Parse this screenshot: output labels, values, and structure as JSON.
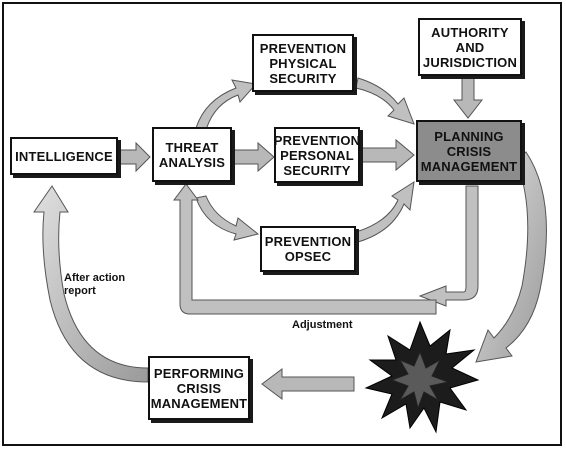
{
  "nodes": {
    "intelligence": "INTELLIGENCE",
    "threat_analysis": "THREAT\nANALYSIS",
    "prevention_physical": "PREVENTION\nPHYSICAL\nSECURITY",
    "prevention_personal": "PREVENTION\nPERSONAL\nSECURITY",
    "prevention_opsec": "PREVENTION\nOPSEC",
    "authority": "AUTHORITY\nAND\nJURISDICTION",
    "planning": "PLANNING\nCRISIS\nMANAGEMENT",
    "performing": "PERFORMING\nCRISIS\nMANAGEMENT"
  },
  "labels": {
    "after_action": "After action\nreport",
    "adjustment": "Adjustment"
  },
  "colors": {
    "arrow_fill": "#c8c8c8",
    "arrow_stroke": "#555555",
    "planning_fill": "#8c8c8c",
    "border": "#111111"
  },
  "icons": {
    "crisis_event": "starburst-icon"
  }
}
